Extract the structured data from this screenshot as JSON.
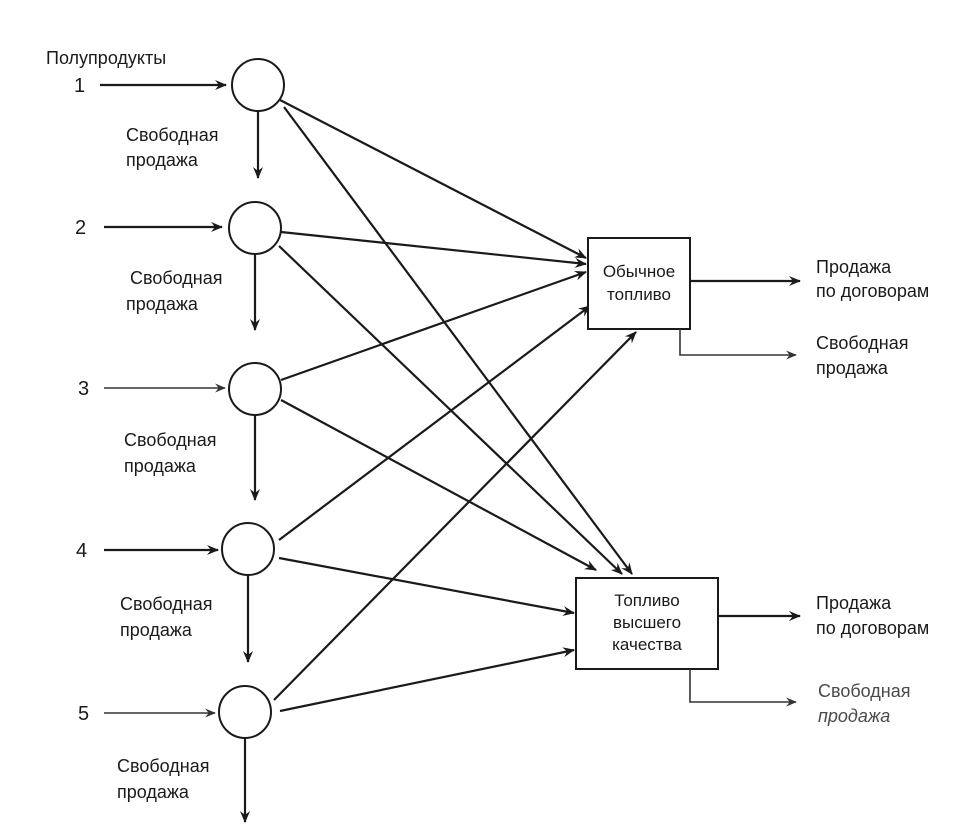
{
  "diagram": {
    "header_label": "Полупродукты",
    "sources": [
      {
        "number": "1",
        "free_sale": [
          "Свободная",
          "продажа"
        ]
      },
      {
        "number": "2",
        "free_sale": [
          "Свободная",
          "продажа"
        ]
      },
      {
        "number": "3",
        "free_sale": [
          "Свободная",
          "продажа"
        ]
      },
      {
        "number": "4",
        "free_sale": [
          "Свободная",
          "продажа"
        ]
      },
      {
        "number": "5",
        "free_sale": [
          "Свободная",
          "продажа"
        ]
      }
    ],
    "products": [
      {
        "name": [
          "Обычное",
          "топливо"
        ],
        "contract_sale": [
          "Продажа",
          "по договорам"
        ],
        "free_sale": [
          "Свободная",
          "продажа"
        ]
      },
      {
        "name": [
          "Топливо",
          "высшего",
          "качества"
        ],
        "contract_sale": [
          "Продажа",
          "по договорам"
        ],
        "free_sale": [
          "Свободная",
          "продажа"
        ]
      }
    ]
  }
}
